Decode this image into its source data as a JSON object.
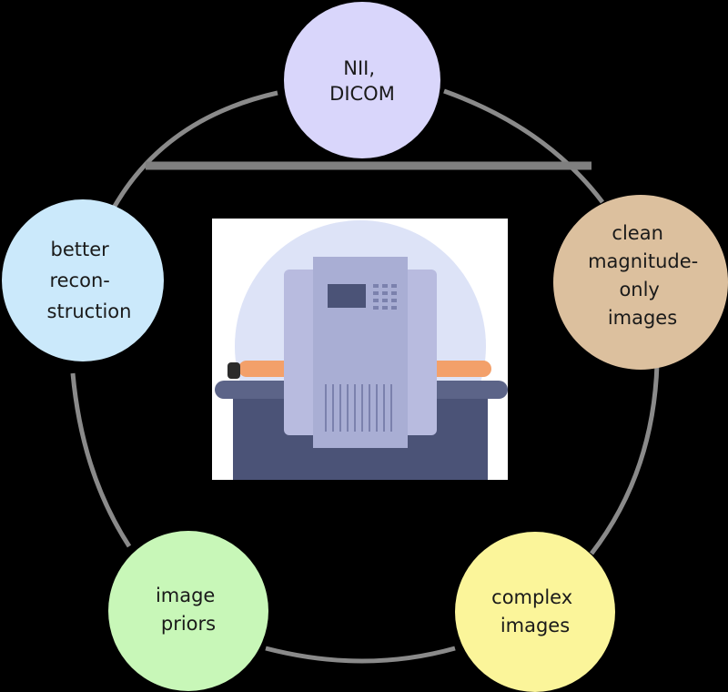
{
  "diagram": {
    "nodes": [
      {
        "id": "nii-dicom",
        "lines": [
          "NII,",
          "DICOM"
        ],
        "color": "#d9d6fb"
      },
      {
        "id": "clean-magnitude",
        "lines": [
          "clean",
          "magnitude-",
          "only",
          "images"
        ],
        "color": "#dcc09e"
      },
      {
        "id": "complex-images",
        "lines": [
          "complex",
          "images"
        ],
        "color": "#fbf59a"
      },
      {
        "id": "image-priors",
        "lines": [
          "image",
          "priors"
        ],
        "color": "#c8f7b8"
      },
      {
        "id": "better-reconstruction",
        "lines": [
          "better",
          "recon-",
          "struction"
        ],
        "color": "#cbe9fb"
      }
    ],
    "cycle_direction": "clockwise",
    "center_illustration": "mri-scanner-with-patient"
  },
  "colors": {
    "background": "#000000",
    "cycle_arrow": "#8a8a8a",
    "scanner_body": "#a9aed4",
    "scanner_panel": "#c9cbe6",
    "bed": "#4b5377",
    "patient": "#f3a06a",
    "halo": "#dde3f7"
  }
}
